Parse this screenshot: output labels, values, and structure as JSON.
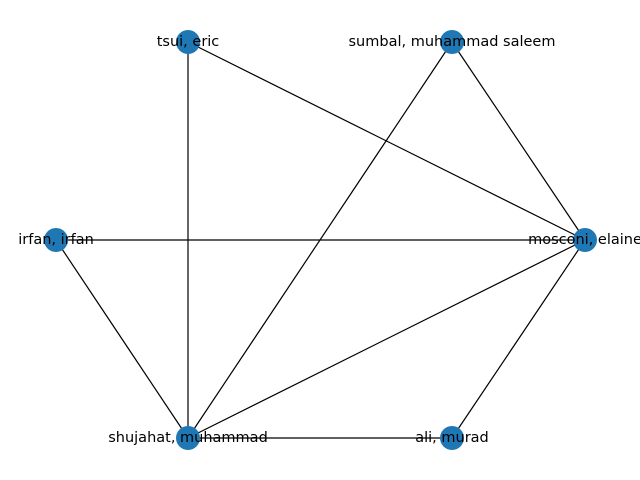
{
  "graph": {
    "node_color": "#1f77b4",
    "edge_color": "#000000",
    "nodes": [
      {
        "id": "tsui",
        "label": "tsui, eric"
      },
      {
        "id": "sumbal",
        "label": "sumbal, muhammad saleem"
      },
      {
        "id": "irfan",
        "label": "irfan, irfan"
      },
      {
        "id": "mosconi",
        "label": "mosconi, elaine"
      },
      {
        "id": "shujahat",
        "label": "shujahat, muhammad"
      },
      {
        "id": "ali",
        "label": "ali, murad"
      }
    ],
    "edges": [
      [
        "tsui",
        "mosconi"
      ],
      [
        "tsui",
        "shujahat"
      ],
      [
        "sumbal",
        "mosconi"
      ],
      [
        "sumbal",
        "shujahat"
      ],
      [
        "irfan",
        "mosconi"
      ],
      [
        "irfan",
        "shujahat"
      ],
      [
        "mosconi",
        "shujahat"
      ],
      [
        "mosconi",
        "ali"
      ],
      [
        "shujahat",
        "ali"
      ]
    ]
  }
}
